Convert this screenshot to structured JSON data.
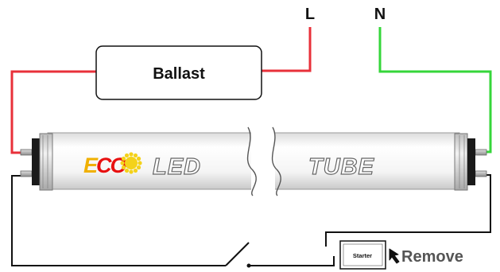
{
  "terminals": {
    "live": "L",
    "neutral": "N"
  },
  "ballast": {
    "label": "Ballast"
  },
  "tube": {
    "logo_text": "ECO",
    "word_left": "LED",
    "word_right": "TUBE"
  },
  "starter": {
    "label": "Starter"
  },
  "instruction": {
    "label": "Remove"
  },
  "colors": {
    "live_wire": "#e8303a",
    "neutral_wire": "#35d63a",
    "black_wire": "#111111",
    "logo_e": "#f0b000",
    "logo_c1": "#e81010",
    "logo_c2": "#e81010",
    "sun": "#f4d21a"
  }
}
